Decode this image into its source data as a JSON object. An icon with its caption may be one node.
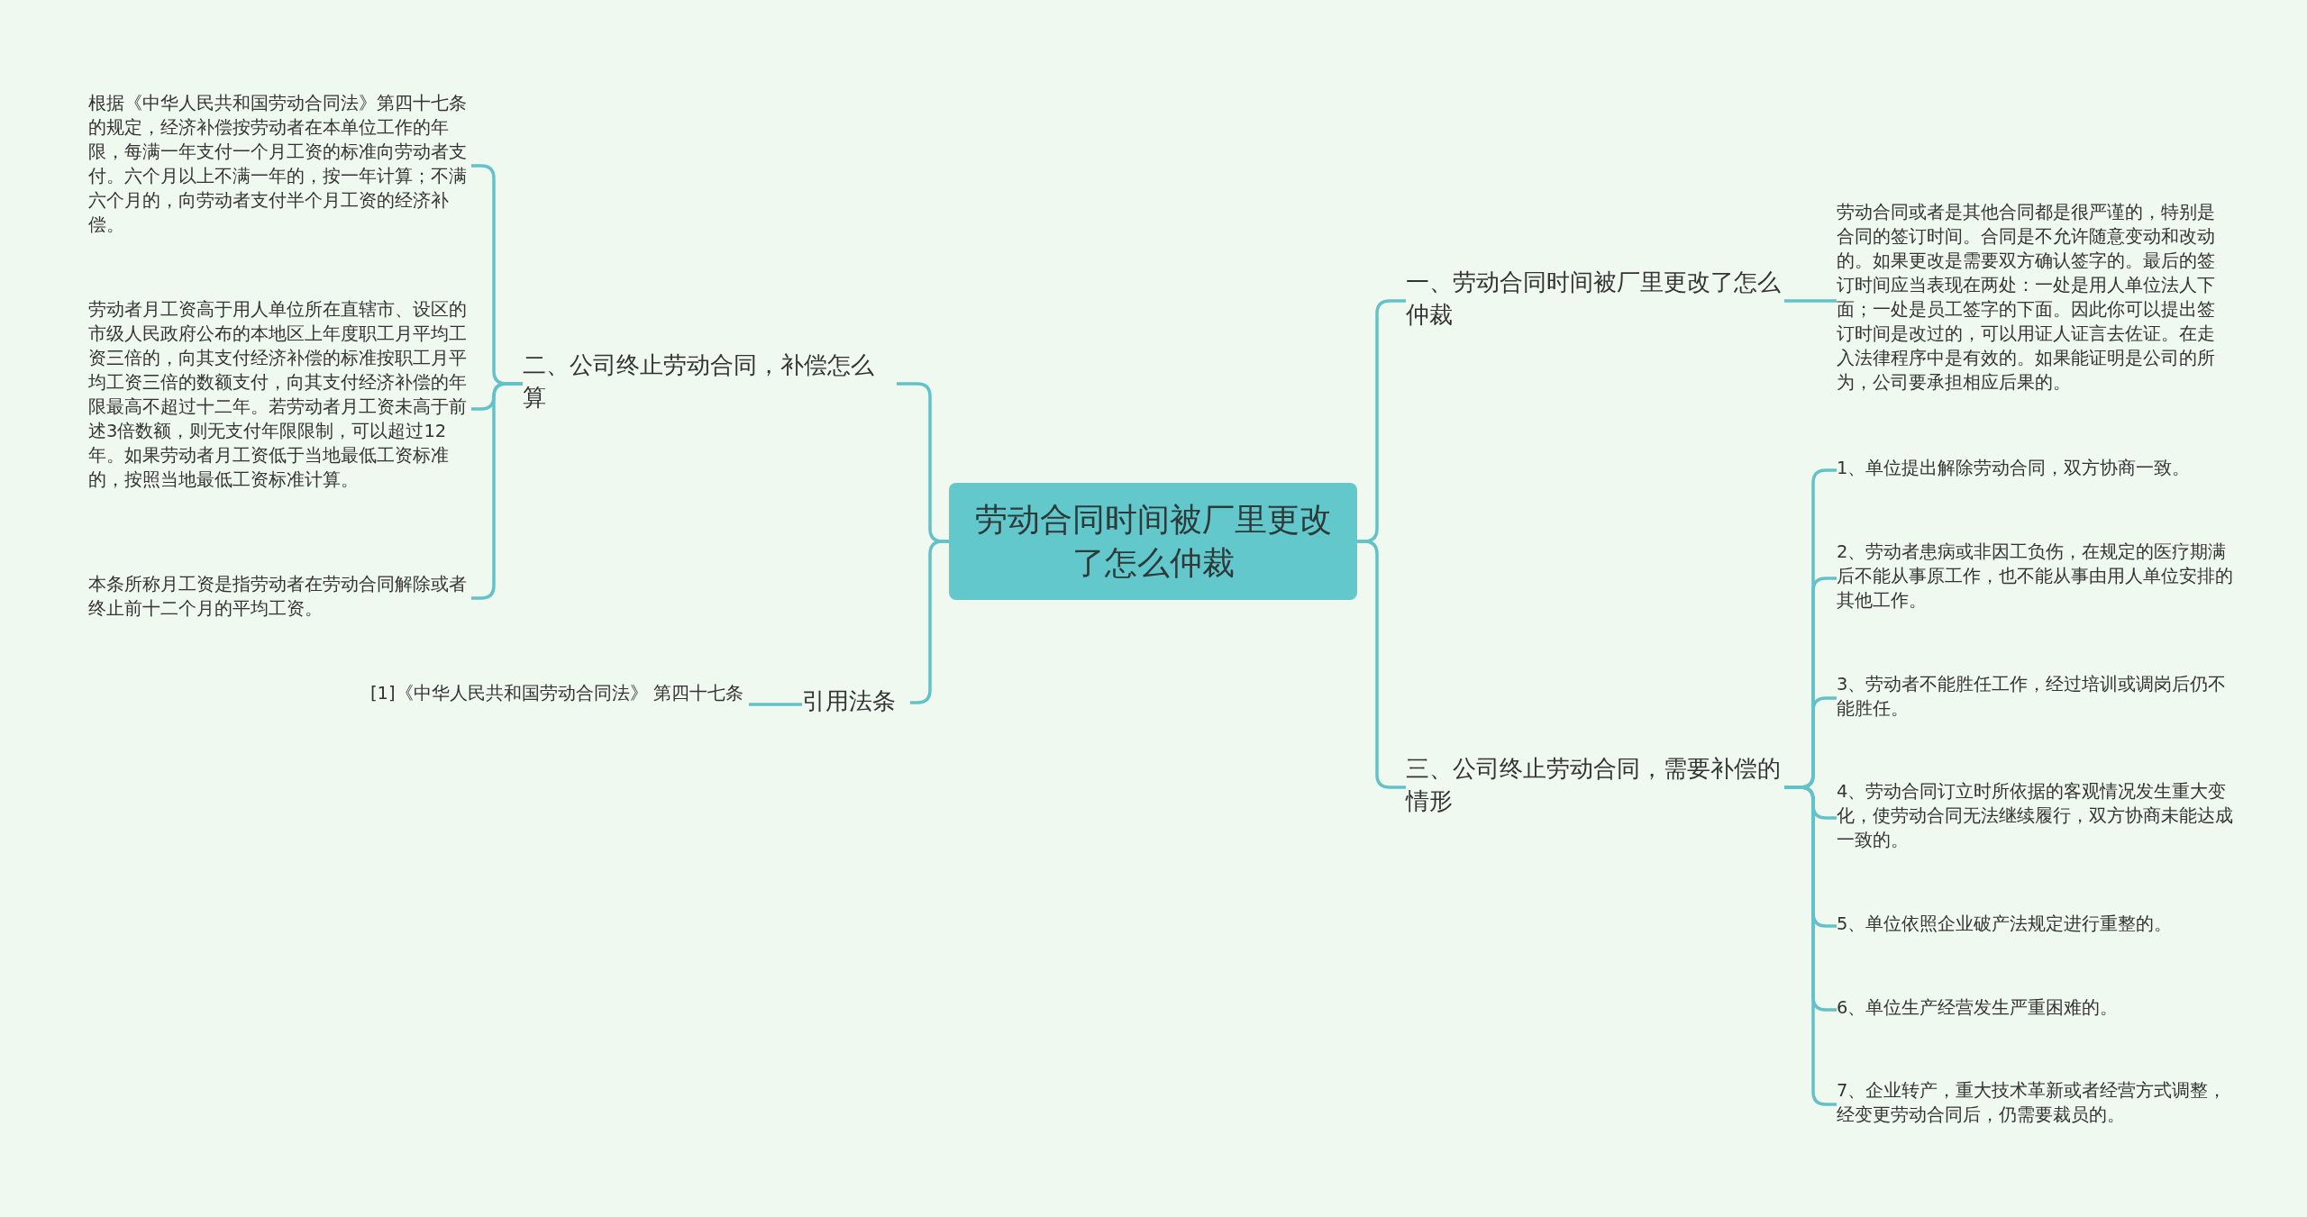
{
  "diagram": {
    "nodes": [
      {
        "text": [
          "劳动合同时间被厂里更改了怎么仲裁"
        ]
      },
      {
        "text": [
          "一、劳动合同时间被厂里更改了怎么仲裁"
        ]
      },
      {
        "text": [
          "劳动合同或者是其他合同都是很严谨的，特别是合同的签订时间。合同是不允许随意变动和改动的。如果更改是需要双方确认签字的。最后的签订时间应当表现在两处：一处是用人单位法人下面；一处是员工签字的下面。因此你可以提出签订时间是改过的，可以用证人证言去佐证。在走入法律程序中是有效的。如果能证明是公司的所为，公司要承担相应后果的。"
        ]
      },
      {
        "text": [
          "三、公司终止劳动合同，需要补偿的情形"
        ]
      },
      {
        "text": [
          "1、单位提出解除劳动合同，双方协商一致。"
        ]
      },
      {
        "text": [
          "2、劳动者患病或非因工负伤，在规定的医疗期满后不能从事原工作，也不能从事由用人单位安排的其他工作。"
        ]
      },
      {
        "text": [
          "3、劳动者不能胜任工作，经过培训或调岗后仍不能胜任。"
        ]
      },
      {
        "text": [
          "4、劳动合同订立时所依据的客观情况发生重大变化，使劳动合同无法继续履行，双方协商未能达成一致的。"
        ]
      },
      {
        "text": [
          "5、单位依照企业破产法规定进行重整的。"
        ]
      },
      {
        "text": [
          "6、单位生产经营发生严重困难的。"
        ]
      },
      {
        "text": [
          "7、企业转产，重大技术革新或者经营方式调整，经变更劳动合同后，仍需要裁员的。"
        ]
      },
      {
        "text": [
          "二、公司终止劳动合同，补偿怎么算"
        ]
      },
      {
        "text": [
          "根据《中华人民共和国劳动合同法》第四十七条的规定，经济补偿按劳动者在本单位工作的年限，每满一年支付一个月工资的标准向劳动者支付。六个月以上不满一年的，按一年计算；不满六个月的，向劳动者支付半个月工资的经济补偿。"
        ]
      },
      {
        "text": [
          "劳动者月工资高于用人单位所在直辖市、设区的市级人民政府公布的本地区上年度职工月平均工资三倍的，向其支付经济补偿的标准按职工月平均工资三倍的数额支付，向其支付经济补偿的年限最高不超过十二年。若劳动者月工资未高于前述3倍数额，则无支付年限限制，可以超过12年。如果劳动者月工资低于当地最低工资标准的，按照当地最低工资标准计算。"
        ]
      },
      {
        "text": [
          "本条所称月工资是指劳动者在劳动合同解除或者终止前十二个月的平均工资。"
        ]
      },
      {
        "text": [
          "引用法条"
        ]
      },
      {
        "text": [
          "[1]《中华人民共和国劳动合同法》 第四十七条"
        ]
      }
    ],
    "edges": [
      {
        "from": 0,
        "to": 1,
        "arrow": "none"
      },
      {
        "from": 1,
        "to": 2,
        "arrow": "none"
      },
      {
        "from": 0,
        "to": 3,
        "arrow": "none"
      },
      {
        "from": 3,
        "to": 4,
        "arrow": "none"
      },
      {
        "from": 3,
        "to": 5,
        "arrow": "none"
      },
      {
        "from": 3,
        "to": 6,
        "arrow": "none"
      },
      {
        "from": 3,
        "to": 7,
        "arrow": "none"
      },
      {
        "from": 3,
        "to": 8,
        "arrow": "none"
      },
      {
        "from": 3,
        "to": 9,
        "arrow": "none"
      },
      {
        "from": 3,
        "to": 10,
        "arrow": "none"
      },
      {
        "from": 0,
        "to": 11,
        "arrow": "none"
      },
      {
        "from": 11,
        "to": 12,
        "arrow": "none"
      },
      {
        "from": 11,
        "to": 13,
        "arrow": "none"
      },
      {
        "from": 11,
        "to": 14,
        "arrow": "none"
      },
      {
        "from": 0,
        "to": 15,
        "arrow": "none"
      },
      {
        "from": 15,
        "to": 16,
        "arrow": "none"
      }
    ]
  }
}
